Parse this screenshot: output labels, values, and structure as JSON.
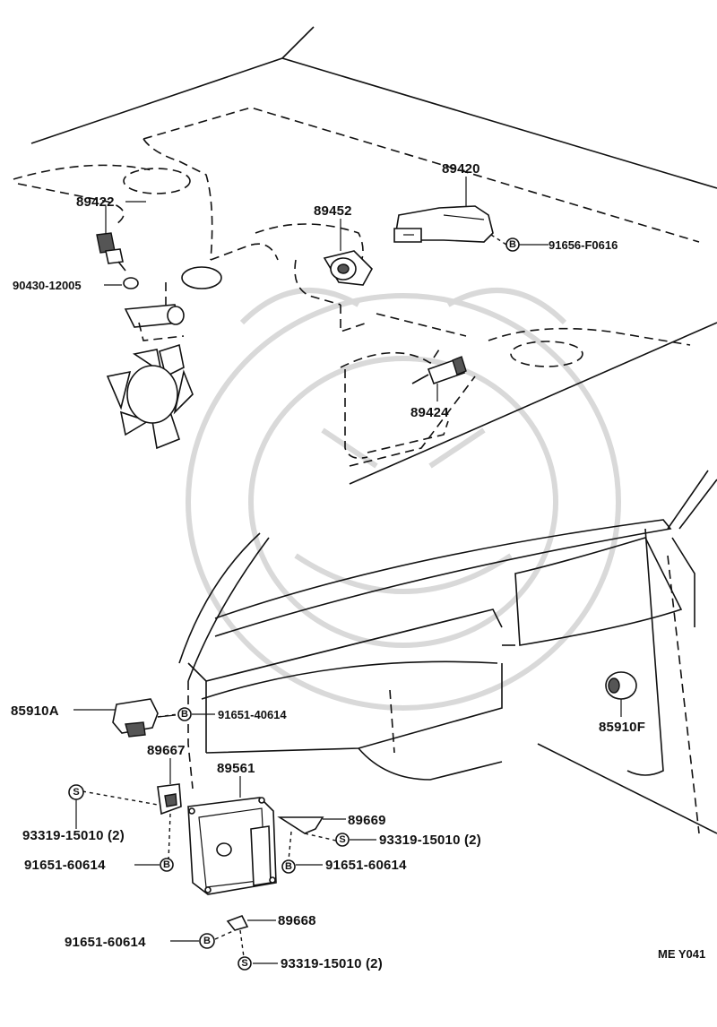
{
  "diagram": {
    "code": "ME Y041",
    "parts": {
      "p89422": "89422",
      "p90430": "90430-12005",
      "p89452": "89452",
      "p89420": "89420",
      "p91656": "91656-F0616",
      "p89424": "89424",
      "p85910A": "85910A",
      "p91651_40614": "91651-40614",
      "p89667": "89667",
      "p89561": "89561",
      "p85910F": "85910F",
      "p93319_a": "93319-15010 (2)",
      "p89669": "89669",
      "p93319_b": "93319-15010 (2)",
      "p91651_60614_a": "91651-60614",
      "p91651_60614_b": "91651-60614",
      "p89668": "89668",
      "p91651_60614_c": "91651-60614",
      "p93319_c": "93319-15010 (2)"
    },
    "fastener_symbols": {
      "bolt": "B",
      "screw": "S"
    }
  }
}
